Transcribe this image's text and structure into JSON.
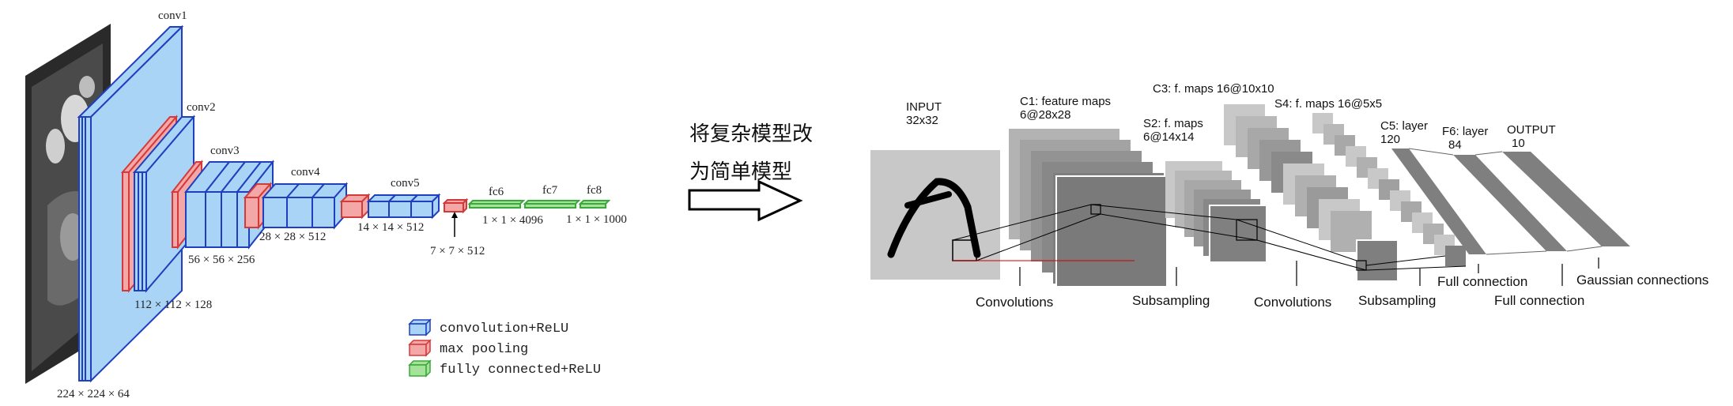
{
  "vgg": {
    "layer_labels": {
      "conv1": "conv1",
      "conv2": "conv2",
      "conv3": "conv3",
      "conv4": "conv4",
      "conv5": "conv5",
      "fc6": "fc6",
      "fc7": "fc7",
      "fc8": "fc8"
    },
    "dims": {
      "d224": "224 × 224 × 64",
      "d112": "112 × 112 × 128",
      "d56": "56 × 56 × 256",
      "d28": "28 × 28 × 512",
      "d14": "14 × 14 × 512",
      "d7": "7 × 7 × 512",
      "fc67": "1 × 1 × 4096",
      "fc8": "1 × 1 × 1000"
    },
    "legend": [
      {
        "label": "convolution+ReLU",
        "color": "#a9d4f5",
        "stroke": "#1f3fbf"
      },
      {
        "label": "max pooling",
        "color": "#f4a7a7",
        "stroke": "#d43a3a"
      },
      {
        "label": "fully connected+ReLU",
        "color": "#a6e39a",
        "stroke": "#3aa83a"
      }
    ],
    "colors": {
      "conv_fill": "#a9d4f5",
      "conv_stroke": "#1f3fbf",
      "pool_fill": "#f4a7a7",
      "pool_stroke": "#d43a3a",
      "fc_fill": "#a6e39a",
      "fc_stroke": "#3aa83a"
    }
  },
  "middle": {
    "line1": "将复杂模型改",
    "line2": "为简单模型"
  },
  "lenet": {
    "input_label": "INPUT",
    "input_size": "32x32",
    "c1_label": "C1: feature maps",
    "c1_size": "6@28x28",
    "s2_label": "S2: f. maps",
    "s2_size": "6@14x14",
    "c3_label": "C3: f. maps 16@10x10",
    "s4_label": "S4: f. maps 16@5x5",
    "c5_label": "C5: layer",
    "c5_size": "120",
    "f6_label": "F6: layer",
    "f6_size": "84",
    "output_label": "OUTPUT",
    "output_size": "10",
    "ops": {
      "conv1": "Convolutions",
      "sub1": "Subsampling",
      "conv2": "Convolutions",
      "sub2": "Subsampling",
      "full1": "Full connection",
      "full2": "Full connection",
      "gauss": "Gaussian connections"
    },
    "colors": {
      "light": "#c8c8c8",
      "mid": "#b3b3b3",
      "dark": "#7f7f7f",
      "ink": "#000000"
    }
  }
}
